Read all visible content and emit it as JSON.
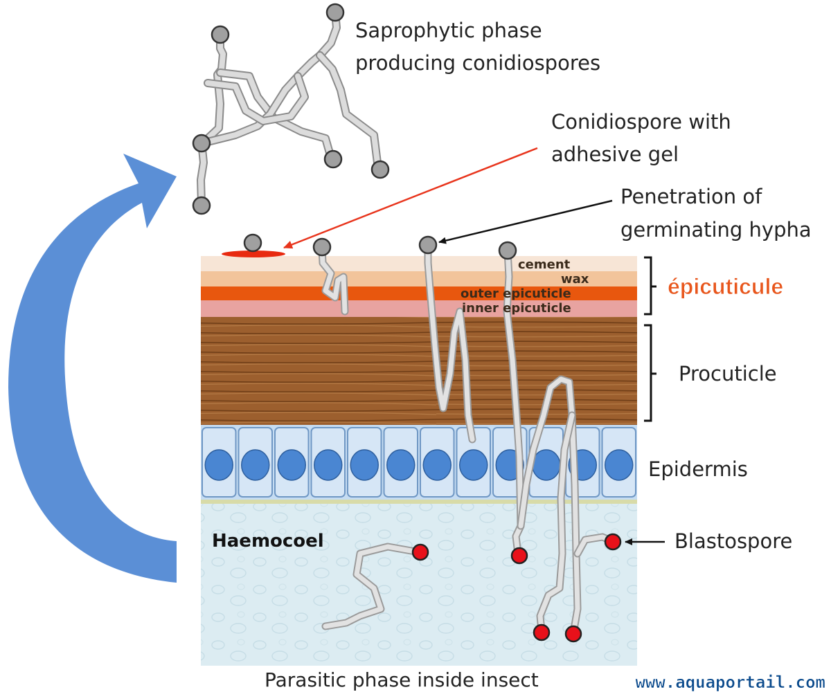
{
  "labels": {
    "saprophytic_line1": "Saprophytic phase",
    "saprophytic_line2": "producing conidiospores",
    "conidiospore_line1": "Conidiospore with",
    "conidiospore_line2": "adhesive gel",
    "penetration_line1": "Penetration of",
    "penetration_line2": "germinating hypha",
    "epicuticule": "épicuticule",
    "procuticle": "Procuticle",
    "epidermis": "Epidermis",
    "blastospore": "Blastospore",
    "haemocoel": "Haemocoel",
    "parasitic": "Parasitic phase inside insect"
  },
  "layers": {
    "cement": "cement",
    "wax": "wax",
    "outer_epicuticle": "outer epicuticle",
    "inner_epicuticle": "inner epicuticle"
  },
  "watermark": "www.aquaportail.com",
  "colors": {
    "cycle_arrow": "#5b8fd6",
    "conidiospore": "#a0a0a0",
    "blastospore": "#e8111a",
    "hypha": "#cfcfcf",
    "epicuticule_label": "#e8561c",
    "adhesive_gel": "#e82a10",
    "cement": "#f7e5d6",
    "wax": "#f2c49b",
    "outer_epicuticle": "#e8570e",
    "inner_epicuticle": "#e8a3a0",
    "procuticle": "#9a5c2c",
    "epidermis": "#c5dcf2",
    "nucleus": "#4a86d2",
    "haemocoel": "#dcecf2",
    "watermark": "#0a4a8c"
  }
}
